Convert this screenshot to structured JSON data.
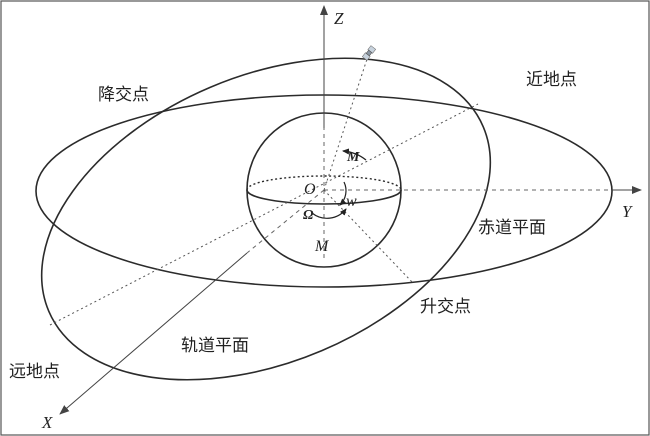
{
  "axes": {
    "z": "Z",
    "y": "Y",
    "x": "X"
  },
  "origin": "O",
  "labels": {
    "descending_node": "降交点",
    "perigee": "近地点",
    "equatorial_plane": "赤道平面",
    "ascending_node": "升交点",
    "orbital_plane": "轨道平面",
    "apogee": "远地点"
  },
  "symbols": {
    "mean_anomaly_top": "M",
    "mean_anomaly_bottom": "M",
    "raan": "Ω",
    "arg_perigee": "w"
  },
  "icons": {
    "satellite": "satellite-icon"
  }
}
